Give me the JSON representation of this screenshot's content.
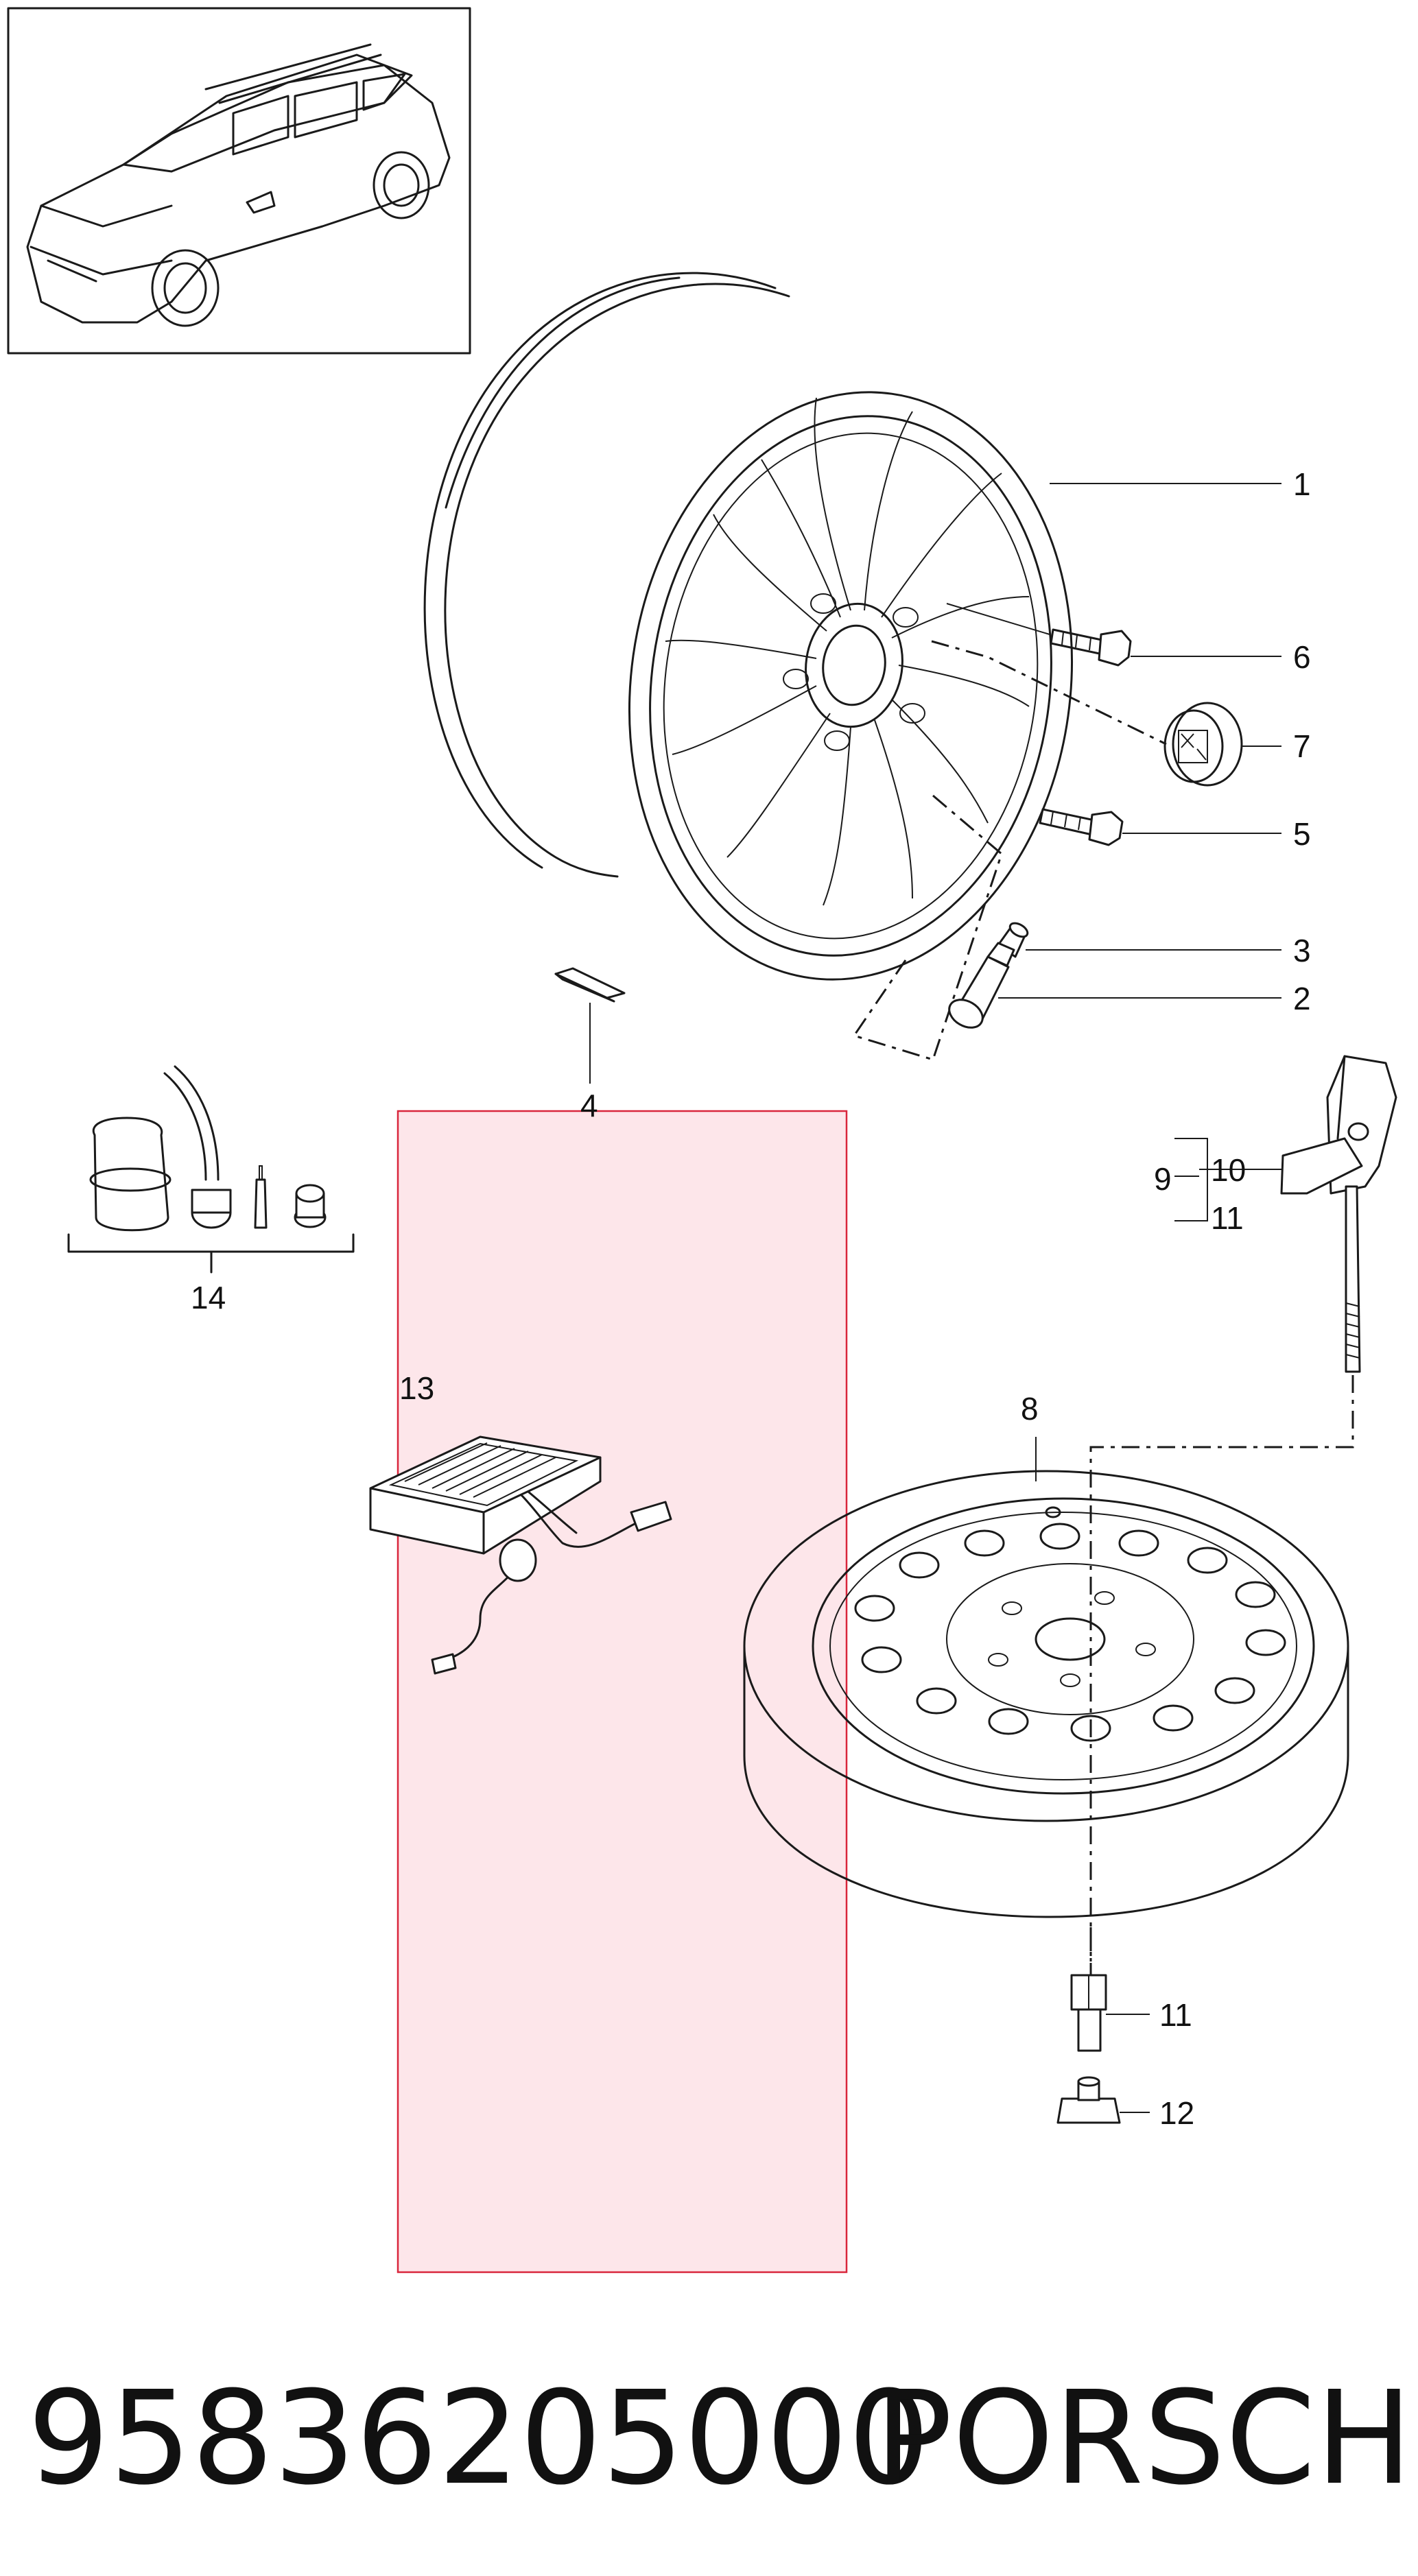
{
  "part_number": "95836205000",
  "brand": "PORSCHE",
  "callouts": {
    "c1": "1",
    "c2": "2",
    "c3": "3",
    "c4": "4",
    "c5": "5",
    "c6": "6",
    "c7": "7",
    "c8": "8",
    "c9": "9",
    "c10": "10",
    "c11a": "11",
    "c11b": "11",
    "c12": "12",
    "c13": "13",
    "c14": "14"
  },
  "highlight_color": "#d9263c"
}
